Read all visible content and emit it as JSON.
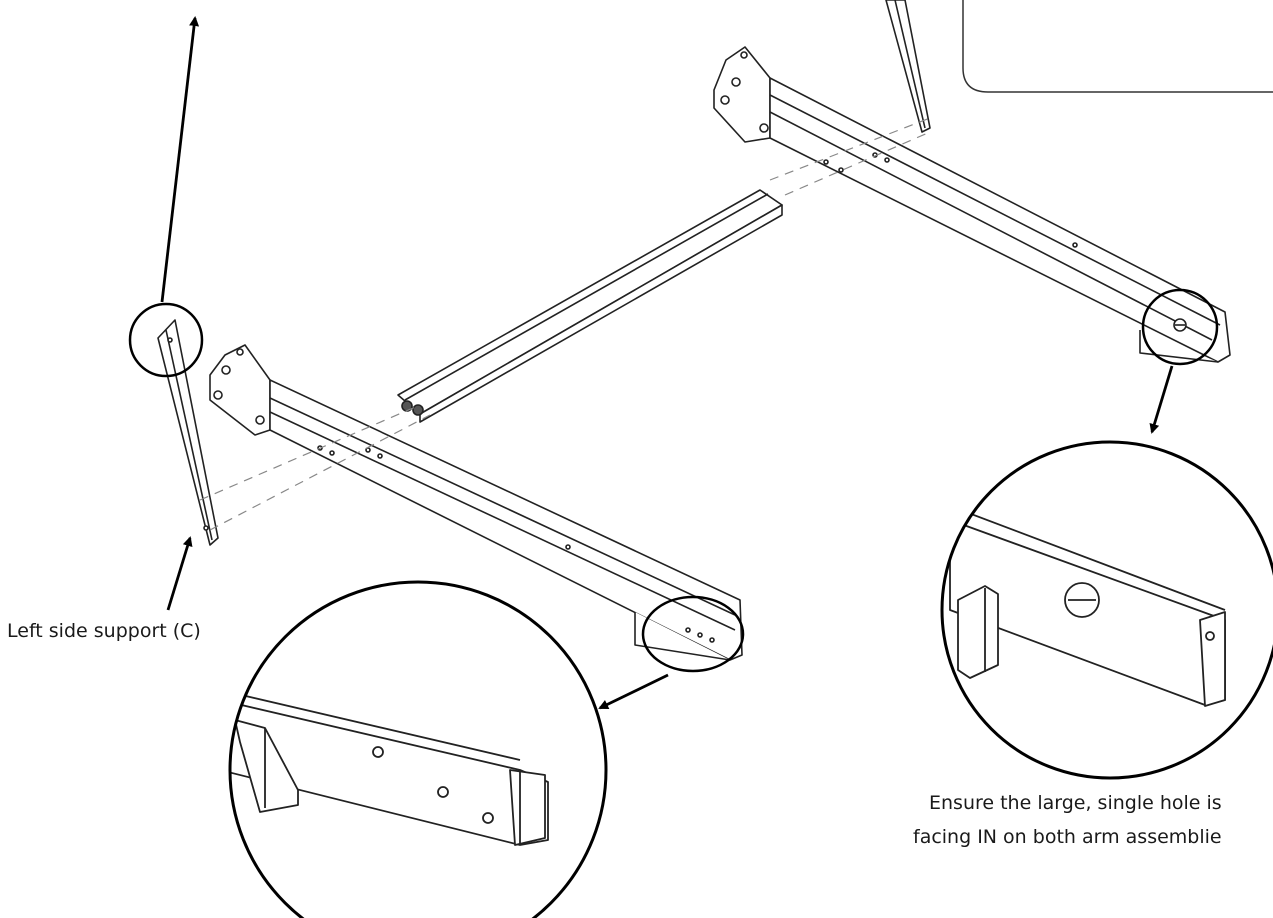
{
  "labels": {
    "left_support": "Left side support (C)",
    "note_line1": "Ensure the large, single hole is",
    "note_line2": "facing IN on both arm assemblie"
  }
}
